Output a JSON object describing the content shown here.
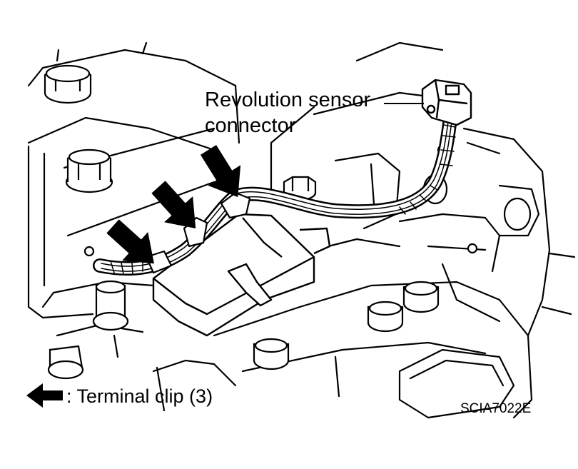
{
  "labels": {
    "connector_line1": "Revolution sensor",
    "connector_line2": "connector",
    "legend": ": Terminal clip (3)",
    "figure_code": "SCIA7022E"
  },
  "colors": {
    "ink": "#000000",
    "paper": "#ffffff"
  },
  "icons": {
    "legend_arrow": "left-arrow-icon",
    "clip_arrows": "down-right-arrow-icon"
  }
}
